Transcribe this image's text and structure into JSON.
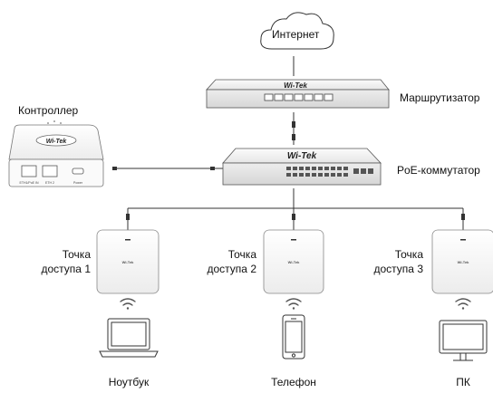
{
  "cloud": {
    "label": "Интернет"
  },
  "router": {
    "label": "Маршрутизатор",
    "brand": "Wi-Tek"
  },
  "switch": {
    "label": "PoE-коммутатор",
    "brand": "Wi-Tek"
  },
  "controller": {
    "label": "Контроллер",
    "brand": "Wi-Tek",
    "ports": [
      "ETH1/PoE IN",
      "ETH 2",
      "Power"
    ]
  },
  "access_points": [
    {
      "label_line1": "Точка",
      "label_line2": "доступа 1",
      "brand": "Wi-Tek"
    },
    {
      "label_line1": "Точка",
      "label_line2": "доступа 2",
      "brand": "Wi-Tek"
    },
    {
      "label_line1": "Точка",
      "label_line2": "доступа 3",
      "brand": "Wi-Tek"
    }
  ],
  "devices": [
    {
      "label": "Ноутбук",
      "icon": "laptop-icon"
    },
    {
      "label": "Телефон",
      "icon": "phone-icon"
    },
    {
      "label": "ПК",
      "icon": "monitor-icon"
    }
  ],
  "colors": {
    "line": "#333333",
    "device_fill": "#f4f4f4",
    "device_edge": "#555555"
  }
}
